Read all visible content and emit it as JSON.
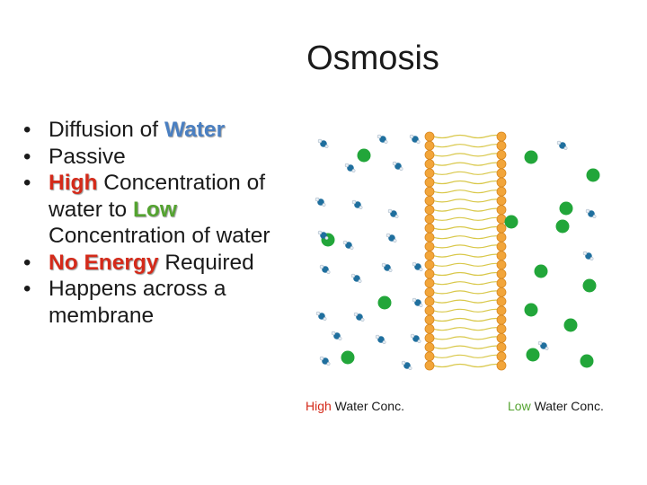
{
  "title": "Osmosis",
  "bullets": [
    {
      "parts": [
        {
          "text": "Diffusion of ",
          "style": "plain"
        },
        {
          "text": "Water",
          "style": "blue"
        }
      ]
    },
    {
      "parts": [
        {
          "text": "Passive",
          "style": "plain"
        }
      ]
    },
    {
      "parts": [
        {
          "text": "High",
          "style": "red"
        },
        {
          "text": " Concentration of water to ",
          "style": "plain"
        },
        {
          "text": "Low",
          "style": "green"
        },
        {
          "text": " Concentration of water",
          "style": "plain"
        }
      ]
    },
    {
      "parts": [
        {
          "text": "No Energy",
          "style": "red"
        },
        {
          "text": " Required",
          "style": "plain"
        }
      ]
    },
    {
      "parts": [
        {
          "text": "Happens across a membrane",
          "style": "plain"
        }
      ]
    }
  ],
  "bullet_symbol": "•",
  "figure": {
    "left_label": {
      "emph": "High",
      "rest": " Water Conc."
    },
    "right_label": {
      "emph": "Low",
      "rest": " Water Conc."
    },
    "colors": {
      "solute": "#22a63a",
      "water_body": "#1f6f9e",
      "membrane_head": "#f2a53a",
      "membrane_tail": "#d9c84a"
    }
  }
}
